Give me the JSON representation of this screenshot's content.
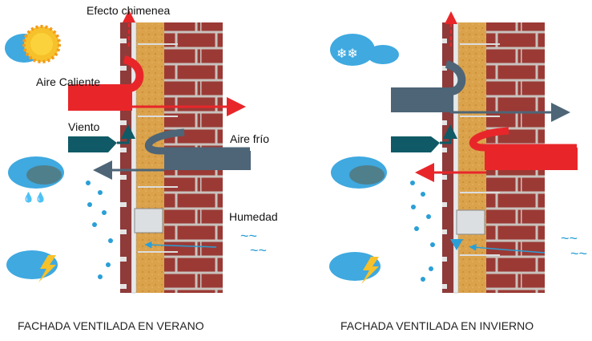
{
  "summer": {
    "label_chimney": "Efecto chimenea",
    "label_hot_air": "Aire Caliente",
    "label_wind": "Viento",
    "label_cold_air": "Aire frío",
    "label_humidity": "Humedad",
    "caption": "FACHADA VENTILADA EN VERANO"
  },
  "winter": {
    "caption": "FACHADA VENTILADA EN INVIERNO"
  },
  "colors": {
    "hot": "#e8262a",
    "cold": "#4d6577",
    "wind": "#0f5a66",
    "brick": "#9b3a35",
    "insulation": "#d9a14a",
    "water": "#2a9fd6"
  }
}
